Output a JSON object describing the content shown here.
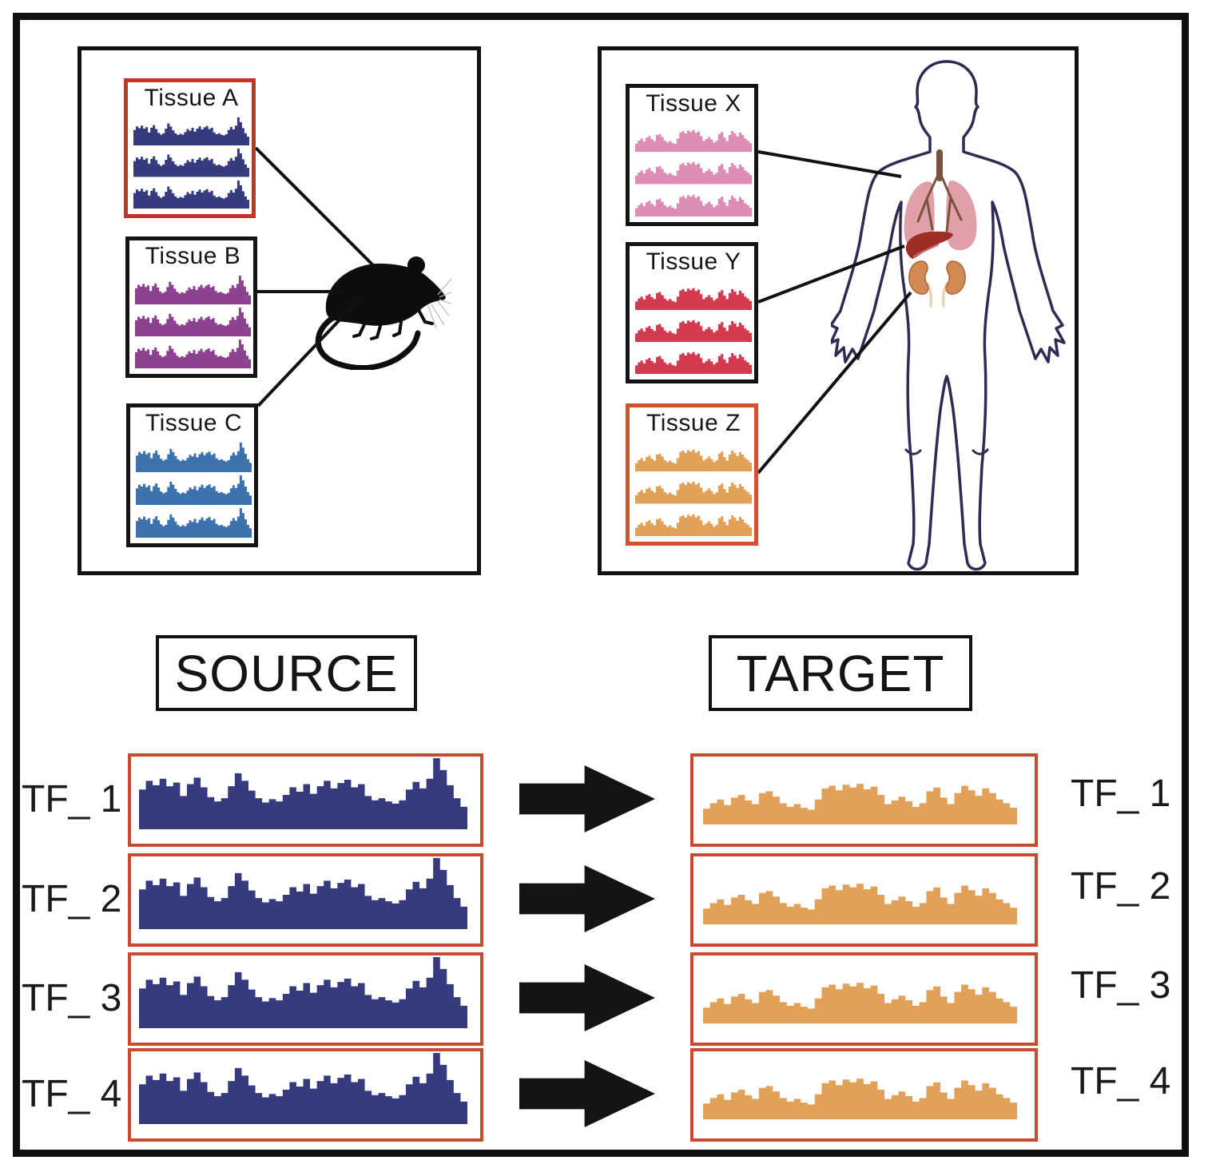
{
  "figure": {
    "top_left": {
      "animal": "mouse",
      "tissues": [
        {
          "label": "Tissue A",
          "border_color": "#c93327",
          "track_color": "#353b7e",
          "profile": "source"
        },
        {
          "label": "Tissue B",
          "border_color": "#141414",
          "track_color": "#8d4290",
          "profile": "source"
        },
        {
          "label": "Tissue C",
          "border_color": "#141414",
          "track_color": "#3c72ad",
          "profile": "source"
        }
      ]
    },
    "top_right": {
      "animal": "human",
      "organs": [
        "lungs",
        "liver",
        "kidneys"
      ],
      "tissues": [
        {
          "label": "Tissue X",
          "border_color": "#141414",
          "track_color": "#dd8db5",
          "profile": "target"
        },
        {
          "label": "Tissue Y",
          "border_color": "#141414",
          "track_color": "#d43b51",
          "profile": "target"
        },
        {
          "label": "Tissue Z",
          "border_color": "#d4502e",
          "track_color": "#e2a158",
          "profile": "target"
        }
      ]
    },
    "bottom": {
      "source_label": "SOURCE",
      "target_label": "TARGET",
      "left_track_color": "#353b7e",
      "right_track_color": "#e2a158",
      "rows": [
        {
          "left_label": "TF_ 1",
          "right_label": "TF_ 1"
        },
        {
          "left_label": "TF_ 2",
          "right_label": "TF_ 2"
        },
        {
          "left_label": "TF_ 3",
          "right_label": "TF_ 3"
        },
        {
          "left_label": "TF_ 4",
          "right_label": "TF_ 4"
        }
      ]
    }
  },
  "icons": {
    "mouse": "mouse-silhouette",
    "human": "human-body-outline",
    "arrow": "right-arrow"
  },
  "colors": {
    "frame": "#111111",
    "connector": "#111111",
    "arrow": "#141414",
    "row_border": "#c84a32",
    "body_outline": "#322a52",
    "lung": "#e0a0a8",
    "bronchi": "#7a523d",
    "liver": "#9e2d26",
    "liver_edge": "#c9646a",
    "kidney": "#d28a52",
    "kidney_outline": "#a96136",
    "ureter": "#e8d3b4",
    "mouse": "#0d0d0d"
  },
  "track_profiles": {
    "source": {
      "baseline": 0.24,
      "values": [
        0.42,
        0.58,
        0.5,
        0.62,
        0.48,
        0.55,
        0.3,
        0.52,
        0.64,
        0.46,
        0.28,
        0.2,
        0.26,
        0.48,
        0.72,
        0.58,
        0.4,
        0.26,
        0.18,
        0.24,
        0.2,
        0.32,
        0.46,
        0.38,
        0.52,
        0.34,
        0.48,
        0.58,
        0.44,
        0.54,
        0.6,
        0.46,
        0.52,
        0.3,
        0.22,
        0.26,
        0.2,
        0.16,
        0.22,
        0.42,
        0.56,
        0.44,
        0.62,
        1.0,
        0.78,
        0.5,
        0.26,
        0.1
      ]
    },
    "target": {
      "baseline": 0.14,
      "start_tick_color": "#4a9a3a",
      "values": [
        0.18,
        0.3,
        0.38,
        0.26,
        0.42,
        0.48,
        0.36,
        0.28,
        0.52,
        0.56,
        0.44,
        0.3,
        0.22,
        0.28,
        0.2,
        0.16,
        0.38,
        0.62,
        0.68,
        0.58,
        0.7,
        0.64,
        0.72,
        0.6,
        0.66,
        0.48,
        0.28,
        0.36,
        0.44,
        0.34,
        0.22,
        0.3,
        0.56,
        0.64,
        0.42,
        0.28,
        0.52,
        0.68,
        0.58,
        0.46,
        0.62,
        0.52,
        0.38,
        0.3,
        0.2
      ]
    }
  }
}
